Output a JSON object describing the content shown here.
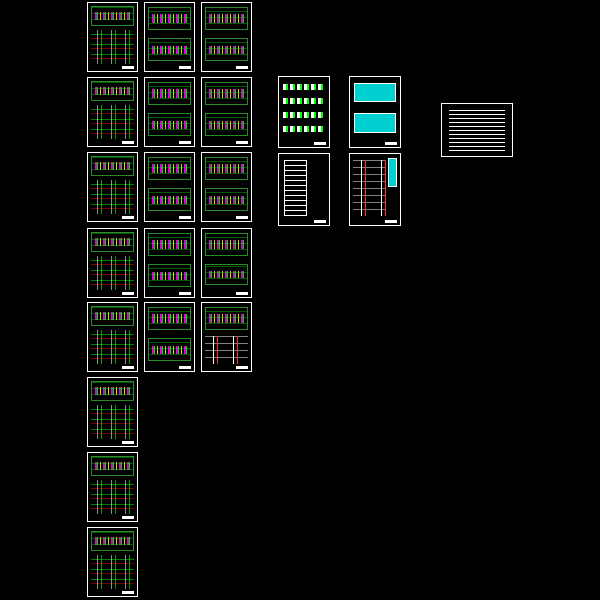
{
  "drawing_set": {
    "background": "#000000",
    "sheet_border_color": "#ffffff",
    "linework_colors": [
      "#00ff00",
      "#ff00ff",
      "#ffff00",
      "#ff0000",
      "#00d0d0",
      "#ffffff"
    ],
    "sheets": [
      {
        "name": "sheet-col1-1",
        "kind": "plan-with-details"
      },
      {
        "name": "sheet-col1-2",
        "kind": "plan-with-details"
      },
      {
        "name": "sheet-col1-3",
        "kind": "plan-with-details"
      },
      {
        "name": "sheet-col1-4",
        "kind": "plan-with-details"
      },
      {
        "name": "sheet-col1-5",
        "kind": "plan-with-details"
      },
      {
        "name": "sheet-col1-6",
        "kind": "plan-with-details"
      },
      {
        "name": "sheet-col1-7",
        "kind": "plan-with-details"
      },
      {
        "name": "sheet-col1-8",
        "kind": "plan-with-details"
      },
      {
        "name": "sheet-col2-1",
        "kind": "two-plans"
      },
      {
        "name": "sheet-col2-2",
        "kind": "two-plans"
      },
      {
        "name": "sheet-col2-3",
        "kind": "two-plans"
      },
      {
        "name": "sheet-col2-4",
        "kind": "two-plans"
      },
      {
        "name": "sheet-col2-5",
        "kind": "two-plans"
      },
      {
        "name": "sheet-col3-1",
        "kind": "two-plans"
      },
      {
        "name": "sheet-col3-2",
        "kind": "two-plans"
      },
      {
        "name": "sheet-col3-3",
        "kind": "two-plans"
      },
      {
        "name": "sheet-col3-4",
        "kind": "two-plans"
      },
      {
        "name": "sheet-col3-5",
        "kind": "plan-with-sections"
      },
      {
        "name": "sheet-stair-plans",
        "kind": "stacked-plans"
      },
      {
        "name": "sheet-elevation",
        "kind": "elevation"
      },
      {
        "name": "sheet-roof-plans",
        "kind": "cyan-plans"
      },
      {
        "name": "sheet-detail-sections",
        "kind": "sections"
      },
      {
        "name": "sheet-general-notes",
        "kind": "notes"
      }
    ]
  }
}
